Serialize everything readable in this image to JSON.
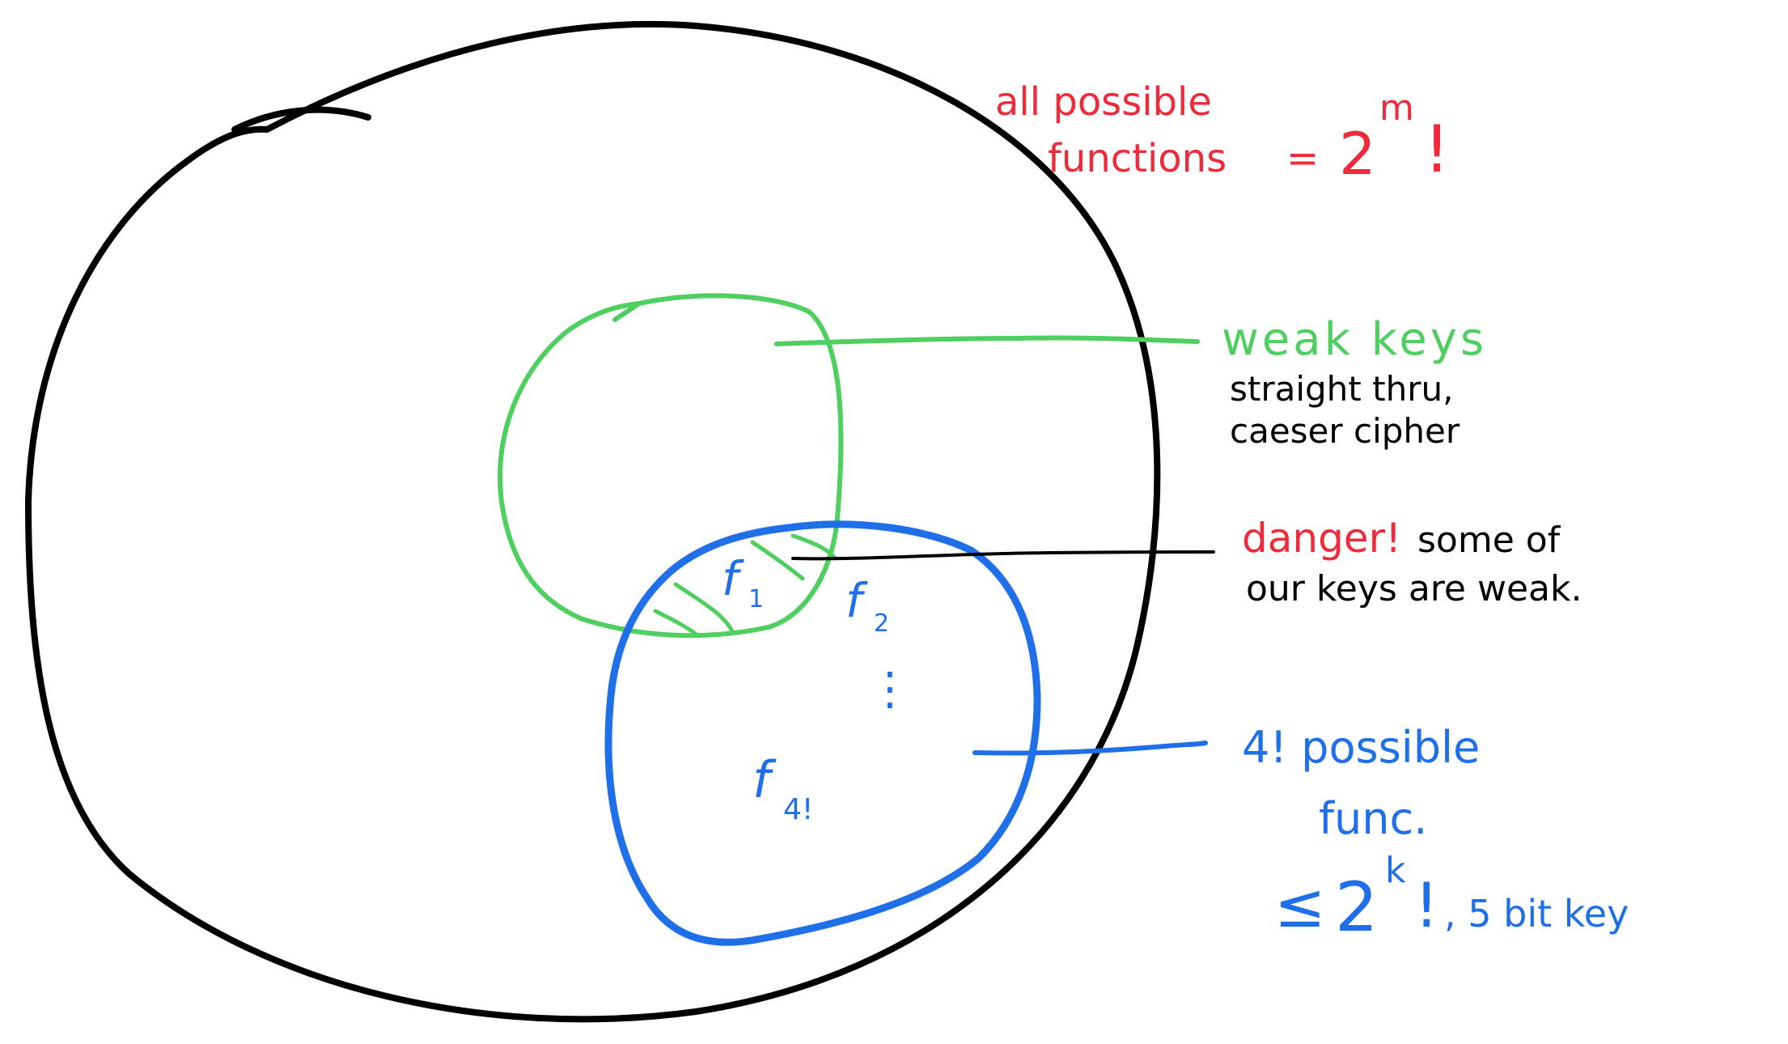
{
  "colors": {
    "black": "#000000",
    "red": "#ee2b3b",
    "green": "#4fcf5f",
    "blue": "#1f6fe8"
  },
  "labels": {
    "all_functions_line1": "all possible",
    "all_functions_line2": "functions",
    "all_functions_eq": "=",
    "all_functions_base": "2",
    "all_functions_exp": "m",
    "all_functions_bang": "!",
    "weak_keys_title": "weak keys",
    "weak_keys_line1": "straight thru,",
    "weak_keys_line2": "caeser cipher",
    "danger_word": "danger!",
    "danger_rest": "some of",
    "danger_line2": "our keys are weak.",
    "possible_line1": "4! possible",
    "possible_line2": "func.",
    "bound_sym": "≤",
    "bound_base": "2",
    "bound_exp": "k",
    "bound_bang": "!",
    "bound_rest": ", 5 bit key"
  },
  "functions": {
    "f": "f",
    "f1_sub": "1",
    "f2_sub": "2",
    "dots": "⋮",
    "f4_sub": "4!"
  }
}
